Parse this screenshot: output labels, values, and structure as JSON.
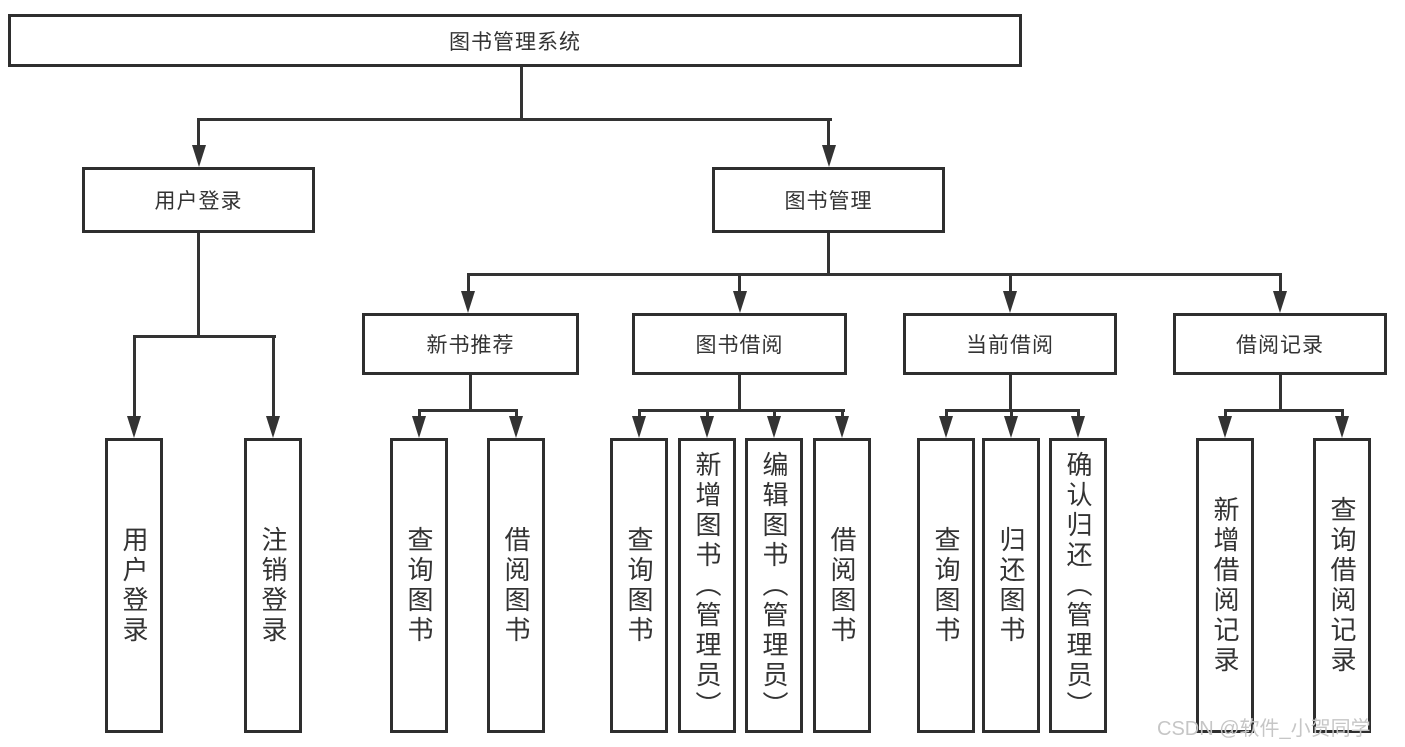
{
  "diagram": {
    "root": {
      "label": "图书管理系统"
    },
    "level2": [
      {
        "label": "用户登录"
      },
      {
        "label": "图书管理"
      }
    ],
    "level3": [
      {
        "label": "新书推荐"
      },
      {
        "label": "图书借阅"
      },
      {
        "label": "当前借阅"
      },
      {
        "label": "借阅记录"
      }
    ],
    "leaves": {
      "user_login": [
        {
          "label": "用户登录"
        },
        {
          "label": "注销登录"
        }
      ],
      "new_books": [
        {
          "label": "查询图书"
        },
        {
          "label": "借阅图书"
        }
      ],
      "book_borrowing": [
        {
          "label": "查询图书"
        },
        {
          "label": "新增图书（管理员）"
        },
        {
          "label": "编辑图书（管理员）"
        },
        {
          "label": "借阅图书"
        }
      ],
      "current_borrowing": [
        {
          "label": "查询图书"
        },
        {
          "label": "归还图书"
        },
        {
          "label": "确认归还（管理员）"
        }
      ],
      "borrowing_records": [
        {
          "label": "新增借阅记录"
        },
        {
          "label": "查询借阅记录"
        }
      ]
    },
    "colors": {
      "line": "#333333",
      "border": "#2e2e2e",
      "text": "#333333",
      "background": "#ffffff",
      "watermark": "#c6c6c6"
    },
    "watermark": "CSDN @软件_小贺同学"
  }
}
